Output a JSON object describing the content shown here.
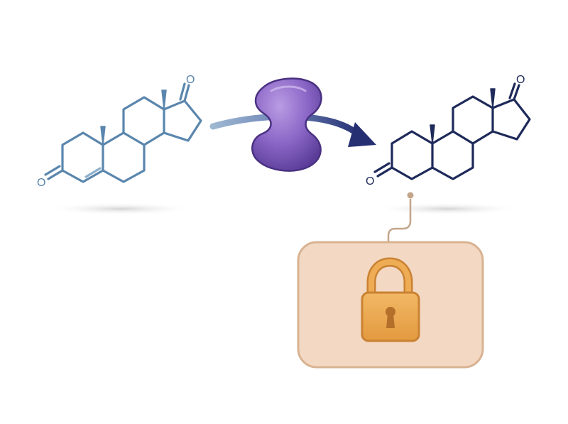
{
  "colors": {
    "substrate": "#5a86ad",
    "substrate_double_bond": "#8fb0cc",
    "product": "#1e2a5a",
    "enzyme_light": "#a98ad6",
    "enzyme_dark": "#5f3f9e",
    "enzyme_outline": "#4a3182",
    "arrow_start": "#9fb8d2",
    "arrow_end": "#252f72",
    "connector": "#c2a58a",
    "lock_panel_fill": "#f3d8c3",
    "lock_panel_stroke": "#d8b392",
    "lock_body": "#e9a54c",
    "lock_stroke": "#c98232",
    "keyhole": "#b46f2a",
    "shadow": "#d7d7d7"
  },
  "substrate": {
    "oxygen_ketone_label": "O",
    "oxygen_top_label": "O"
  },
  "product": {
    "oxygen_ketone_label": "O",
    "oxygen_top_label": "O"
  },
  "icons": {
    "enzyme": "enzyme-blob-icon",
    "arrow": "curved-arrow-icon",
    "lock": "padlock-icon"
  }
}
